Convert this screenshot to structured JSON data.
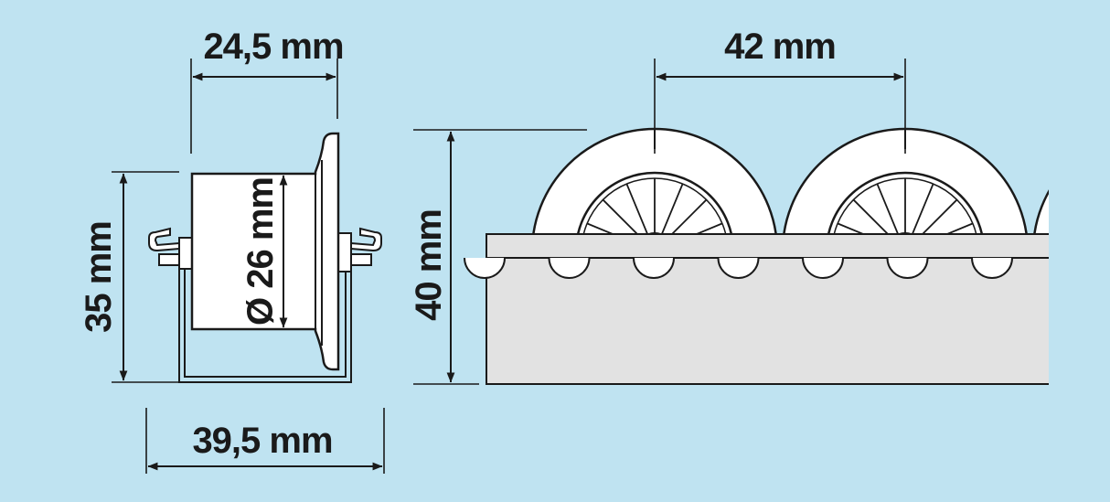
{
  "colors": {
    "background": "#bfe3f1",
    "line": "#1a1a1a",
    "part_fill": "#ffffff",
    "rail_fill": "#e2e2e2"
  },
  "dimensions": {
    "roller_width": "24,5 mm",
    "roller_pitch": "42 mm",
    "profile_height": "35 mm",
    "roller_diameter": "Ø 26 mm",
    "track_height": "40 mm",
    "profile_width": "39,5 mm"
  }
}
